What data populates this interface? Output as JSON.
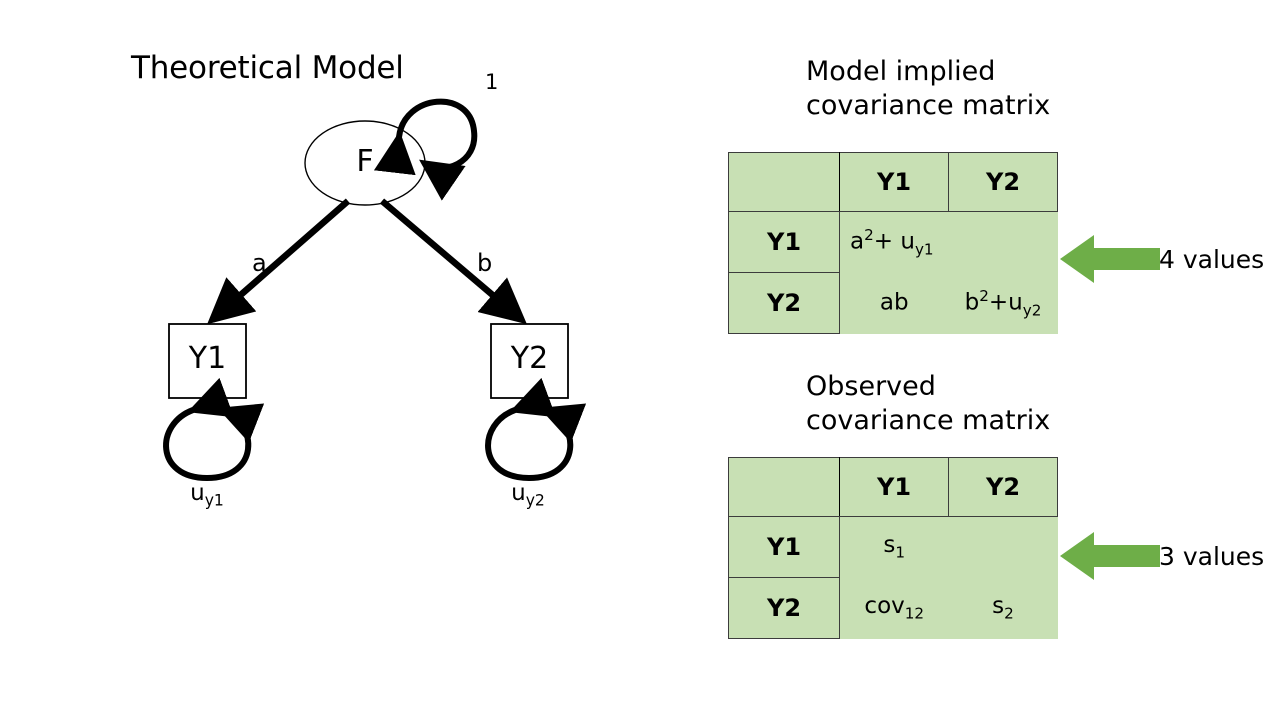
{
  "diagram": {
    "title": "Theoretical Model",
    "latent": {
      "label": "F",
      "variance_label": "1"
    },
    "paths": [
      {
        "name": "a",
        "label": "a",
        "from": "F",
        "to": "Y1"
      },
      {
        "name": "b",
        "label": "b",
        "from": "F",
        "to": "Y2"
      }
    ],
    "indicators": [
      {
        "label": "Y1",
        "residual": "u",
        "residual_sub": "y1"
      },
      {
        "label": "Y2",
        "residual": "u",
        "residual_sub": "y2"
      }
    ]
  },
  "implied": {
    "title": "Model implied\ncovariance matrix",
    "corner": "",
    "col_headers": [
      "Y1",
      "Y2"
    ],
    "row_headers": [
      "Y1",
      "Y2"
    ],
    "cells": [
      [
        {
          "base": "a",
          "sup": "2",
          "tail": "+ u",
          "sub": "y1"
        },
        {
          "base": "",
          "sup": "",
          "tail": "",
          "sub": ""
        }
      ],
      [
        {
          "base": "ab",
          "sup": "",
          "tail": "",
          "sub": ""
        },
        {
          "base": "b",
          "sup": "2",
          "tail": "+u",
          "sub": "y2"
        }
      ]
    ],
    "callout": "4 values"
  },
  "observed": {
    "title": "Observed\ncovariance matrix",
    "corner": "",
    "col_headers": [
      "Y1",
      "Y2"
    ],
    "row_headers": [
      "Y1",
      "Y2"
    ],
    "cells": [
      [
        {
          "base": "s",
          "sup": "",
          "tail": "",
          "sub": "1"
        },
        {
          "base": "",
          "sup": "",
          "tail": "",
          "sub": ""
        }
      ],
      [
        {
          "base": "cov",
          "sup": "",
          "tail": "",
          "sub": "12"
        },
        {
          "base": "s",
          "sup": "",
          "tail": "",
          "sub": "2"
        }
      ]
    ],
    "callout": "3 values"
  },
  "colors": {
    "matrix_fill": "#c8e0b4",
    "arrow_green": "#6eae48",
    "stroke": "#000000",
    "background": "#ffffff"
  }
}
